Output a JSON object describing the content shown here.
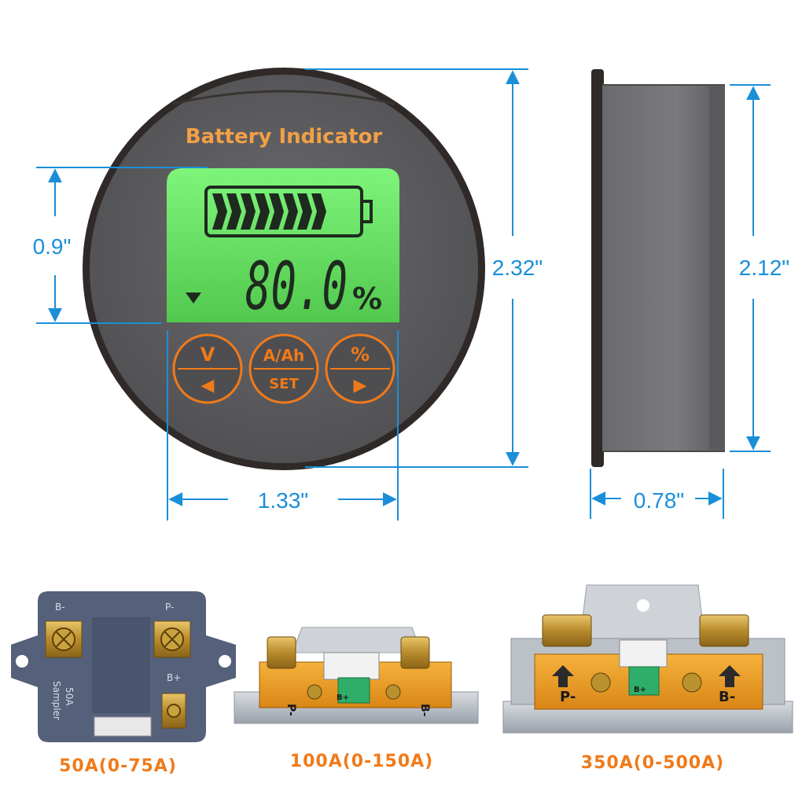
{
  "meter": {
    "title": "Battery Indicator",
    "reading": "80.0",
    "unit": "%",
    "battery_level_fraction": 0.8,
    "buttons": [
      {
        "top": "V",
        "bottom": "◀"
      },
      {
        "top": "A/Ah",
        "bottom": "SET"
      },
      {
        "top": "%",
        "bottom": "▶"
      }
    ]
  },
  "dimensions": {
    "screen_height": "0.9\"",
    "body_height": "2.32\"",
    "button_width": "1.33\"",
    "side_height": "2.12\"",
    "depth": "0.78\""
  },
  "shunts": [
    {
      "caption": "50A(0-75A)",
      "labels": {
        "b_minus": "B-",
        "p_minus": "P-",
        "b_plus": "B+",
        "body": "50A",
        "body2": "Sampler"
      }
    },
    {
      "caption": "100A(0-150A)",
      "labels": {
        "p_minus": "P-",
        "b_minus": "B-",
        "b_plus": "B+"
      }
    },
    {
      "caption": "350A(0-500A)",
      "labels": {
        "p_minus": "P-",
        "b_minus": "B-",
        "b_plus": "B+"
      }
    }
  ],
  "colors": {
    "dimension": "#1a8fd8",
    "accent": "#f07a1a",
    "lcd": "#6fe26a",
    "bezel": "#3a3431",
    "face": "#5f5f62"
  }
}
